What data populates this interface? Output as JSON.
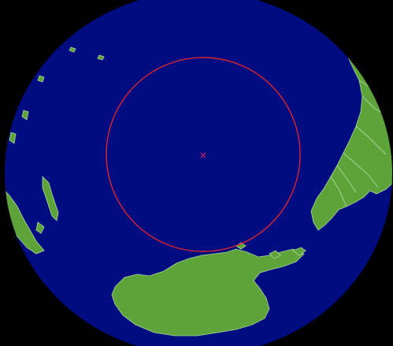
{
  "map": {
    "projection": "orthographic",
    "colors": {
      "background": "#000000",
      "ocean": "#000c80",
      "land": "#5ea33a",
      "land_border": "#a8d89a",
      "marker": "#e0245e",
      "circle": "#d8262f"
    },
    "landmasses": [
      "south-america",
      "antarctica",
      "new-zealand",
      "australia"
    ],
    "markers": [
      {
        "name": "point-nemo-marker",
        "symbol": "×"
      }
    ],
    "overlay": {
      "name": "range-circle"
    }
  }
}
